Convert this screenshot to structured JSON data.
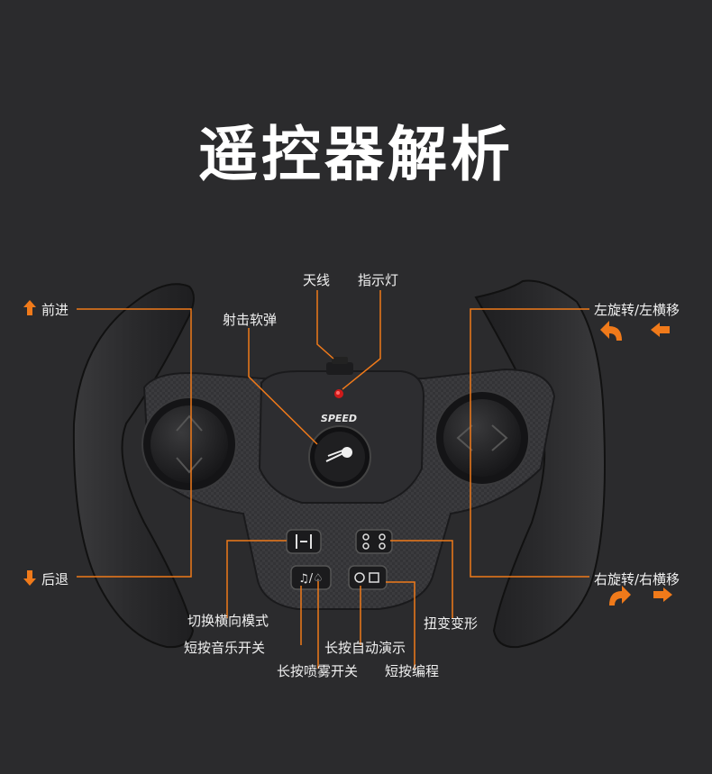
{
  "title": "遥控器解析",
  "colors": {
    "background": "#2b2b2d",
    "accent": "#f07a1a",
    "line": "#f07a1a",
    "text": "#f1f1f1"
  },
  "controller": {
    "speed_label": "SPEED",
    "labels": {
      "antenna": "天线",
      "indicator": "指示灯",
      "fire": "射击软弹",
      "forward": "前进",
      "backward": "后退",
      "left_rotate": "左旋转/左横移",
      "right_rotate": "右旋转/右横移",
      "switch_mode": "切换横向模式",
      "music": "短按音乐开关",
      "spray": "长按喷雾开关",
      "demo": "长按自动演示",
      "program": "短按编程",
      "transform": "扭变变形"
    }
  }
}
